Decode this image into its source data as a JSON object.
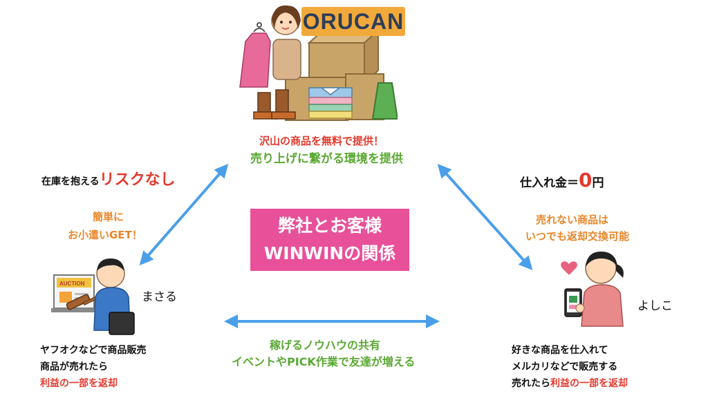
{
  "brand": "ORUCAN",
  "top": {
    "line1": "沢山の商品を無料で提供！",
    "line2": "売り上げに繋がる環境を提供"
  },
  "center": {
    "line1": "弊社とお客様",
    "line2": "WINWINの関係"
  },
  "left": {
    "risk_prefix": "在庫を抱える",
    "risk_highlight": "リスクなし",
    "benefit_line1": "簡単に",
    "benefit_line2": "お小遣いGET！",
    "name": "まさる",
    "desc_line1": "ヤフオクなどで商品販売",
    "desc_line2": "商品が売れたら",
    "desc_line3": "利益の一部を返却"
  },
  "right": {
    "cost_prefix": "仕入れ金＝",
    "cost_value": "0",
    "cost_suffix": "円",
    "benefit_line1": "売れない商品は",
    "benefit_line2": "いつでも返却交換可能",
    "name": "よしこ",
    "desc_line1": "好きな商品を仕入れて",
    "desc_line2": "メルカリなどで販売する",
    "desc_line3_prefix": "売れたら",
    "desc_line3_highlight": "利益の一部を返却"
  },
  "bottom": {
    "line1": "稼げるノウハウの共有",
    "line2": "イベントやPICK作業で友達が増える"
  },
  "illustrations": {
    "top": "woman-with-clothes-and-boxes",
    "left": "man-at-auction-laptop",
    "right": "woman-with-smartphone"
  },
  "colors": {
    "arrow": "#4a9fe8",
    "accent_red": "#e23a2e",
    "accent_green": "#5aa833",
    "accent_orange": "#e8862a",
    "center_box": "#e8509a",
    "brand_badge": "#f2a93b"
  }
}
